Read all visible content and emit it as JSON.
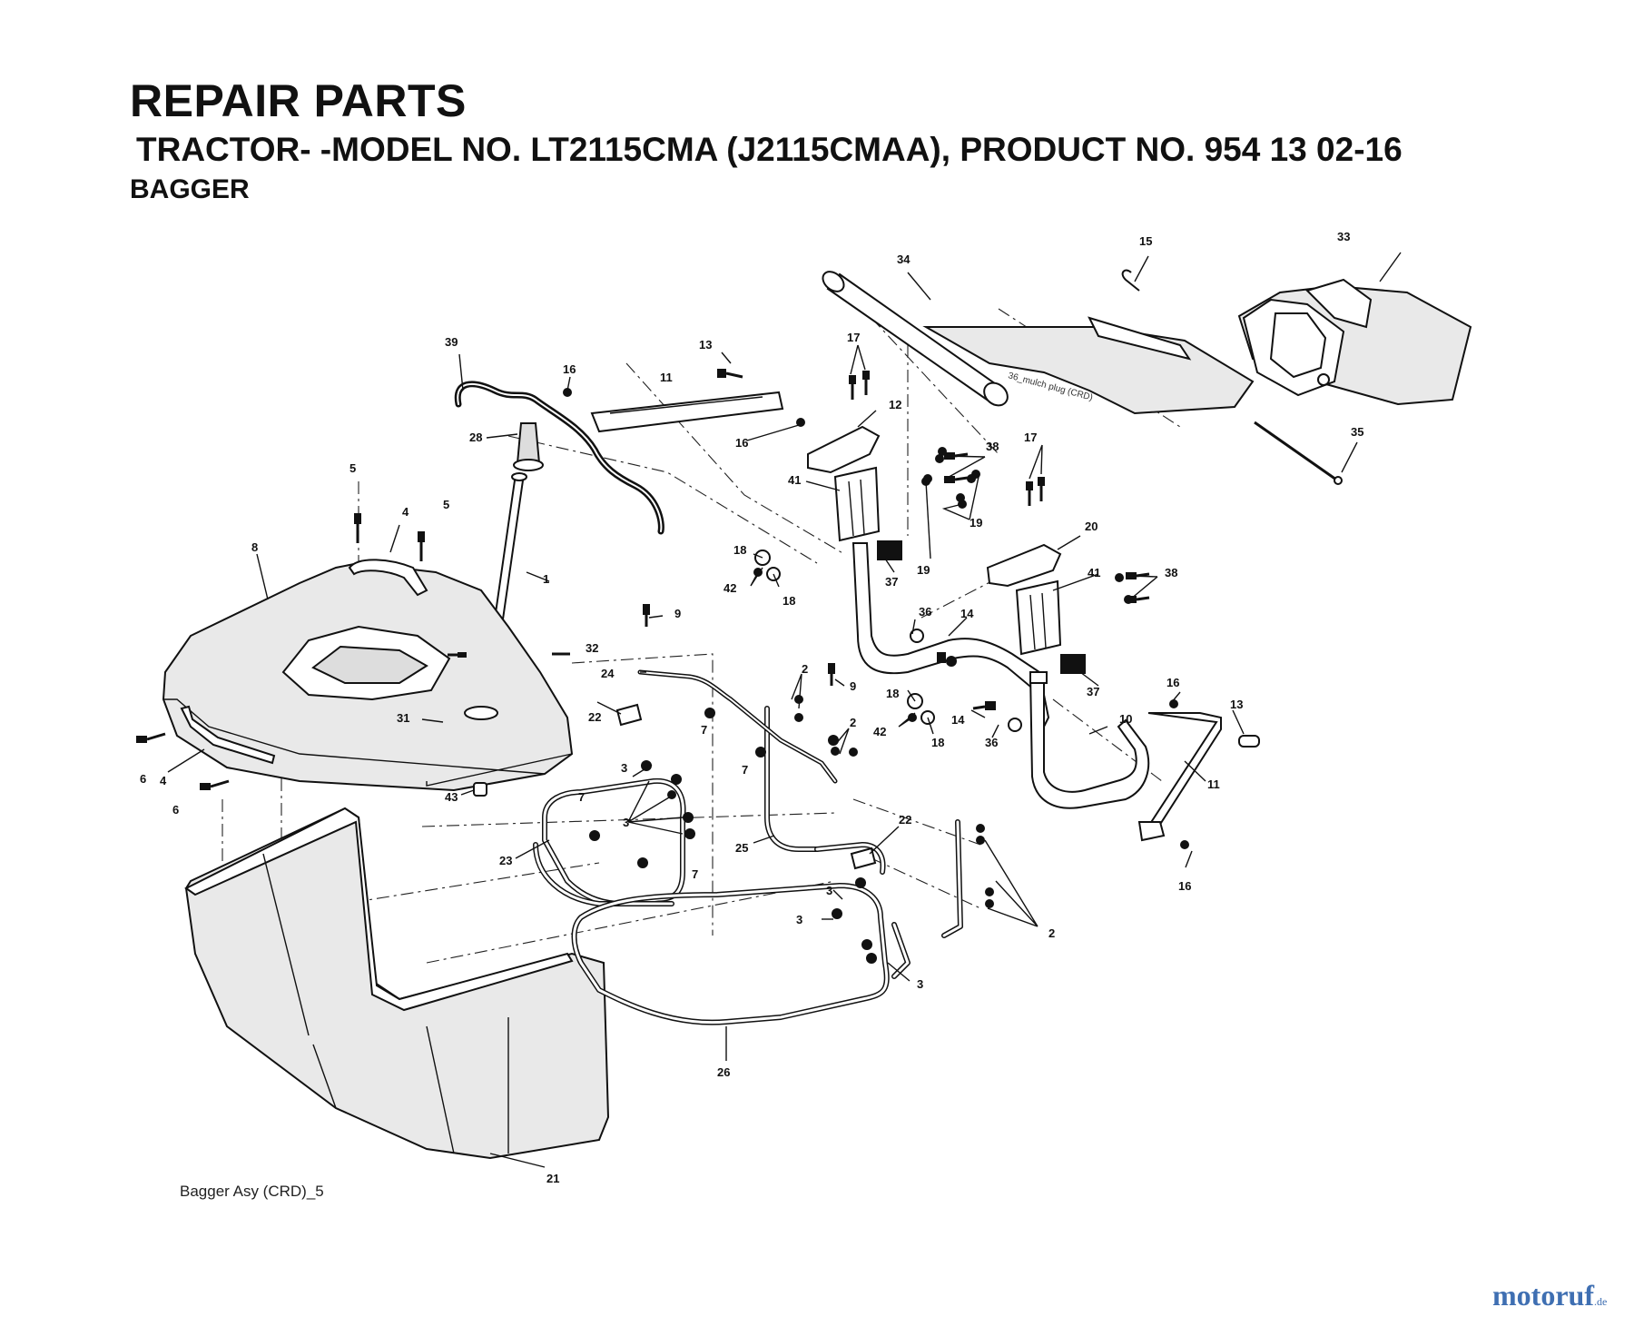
{
  "header": {
    "title": "REPAIR PARTS",
    "subtitle": "TRACTOR- -MODEL NO. LT2115CMA (J2115CMAA), PRODUCT NO. 954 13 02-16",
    "section": "BAGGER"
  },
  "diagram": {
    "caption": "Bagger Asy (CRD)_5",
    "note": "36_mulch plug (CRD)",
    "callouts": [
      "1",
      "2",
      "2",
      "2",
      "2",
      "3",
      "3",
      "3",
      "3",
      "3",
      "3",
      "4",
      "4",
      "5",
      "5",
      "6",
      "6",
      "7",
      "7",
      "7",
      "7",
      "8",
      "9",
      "9",
      "10",
      "11",
      "11",
      "12",
      "13",
      "13",
      "14",
      "14",
      "15",
      "16",
      "16",
      "16",
      "16",
      "17",
      "17",
      "18",
      "18",
      "18",
      "18",
      "19",
      "19",
      "20",
      "21",
      "22",
      "22",
      "23",
      "24",
      "25",
      "26",
      "28",
      "31",
      "32",
      "33",
      "34",
      "35",
      "36",
      "36",
      "37",
      "37",
      "38",
      "38",
      "39",
      "41",
      "41",
      "42",
      "42",
      "43"
    ]
  },
  "watermark": {
    "text": "motoruf",
    "suffix": ".de"
  }
}
